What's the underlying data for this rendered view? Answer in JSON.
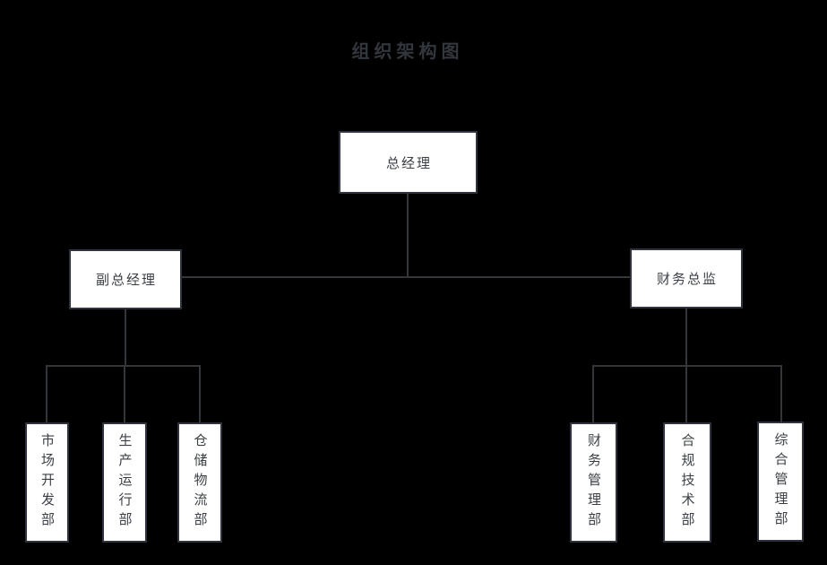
{
  "title": "组织架构图",
  "colors": {
    "background": "#000000",
    "box_fill": "#ffffff",
    "box_border": "#2e333d",
    "line": "#33363b",
    "text": "#3c4046",
    "title_text": "#33373d"
  },
  "nodes": {
    "root": {
      "label": "总经理"
    },
    "level2": [
      {
        "label": "副总经理"
      },
      {
        "label": "财务总监"
      }
    ],
    "left_departments": [
      {
        "label": "市场开发部"
      },
      {
        "label": "生产运行部"
      },
      {
        "label": "仓储物流部"
      }
    ],
    "right_departments": [
      {
        "label": "财务管理部"
      },
      {
        "label": "合规技术部"
      },
      {
        "label": "综合管理部"
      }
    ]
  }
}
